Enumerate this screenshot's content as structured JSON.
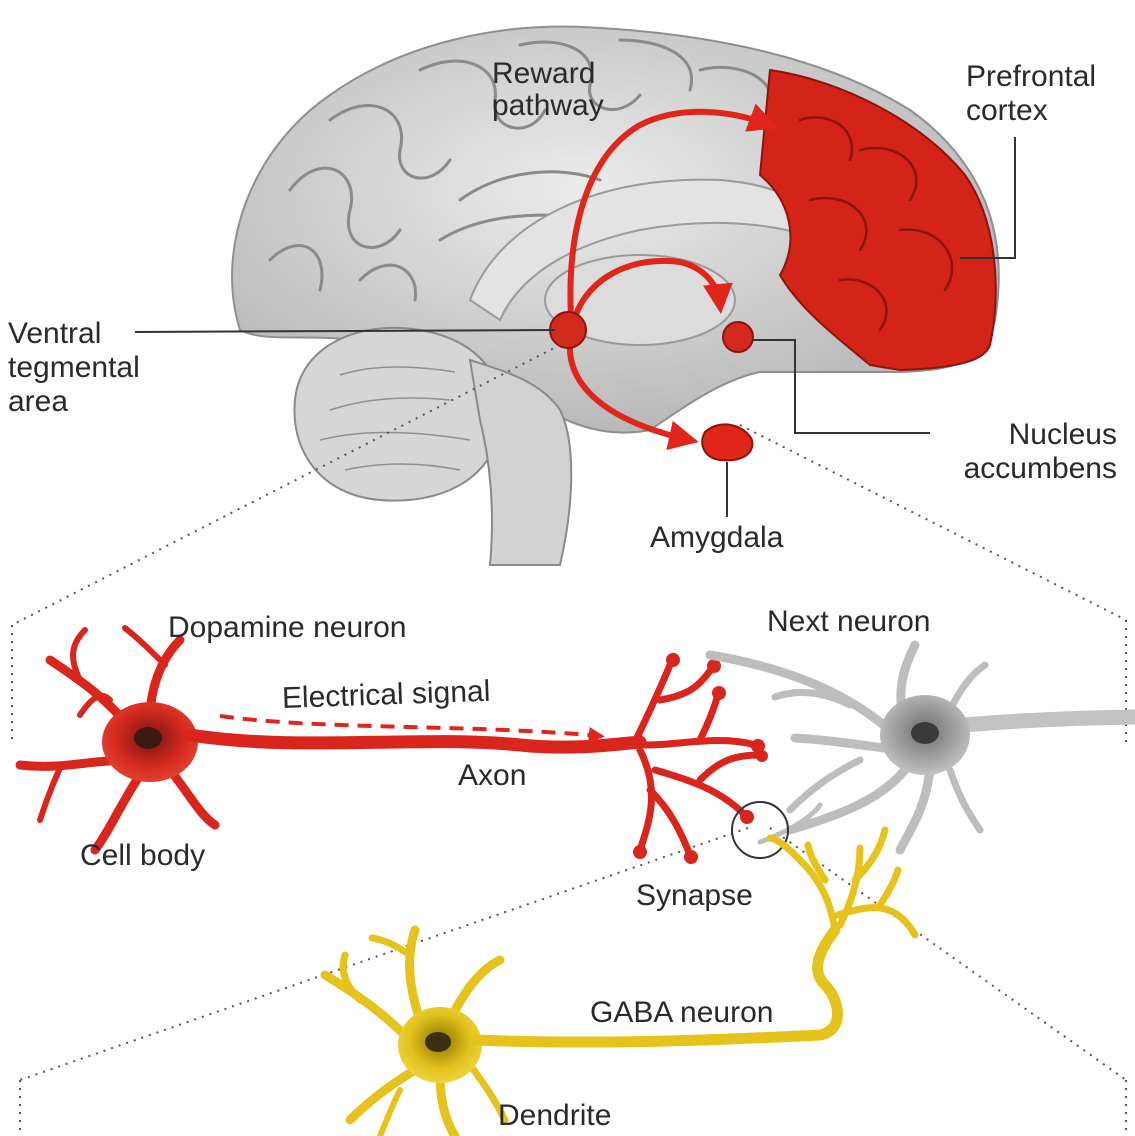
{
  "brain_labels": {
    "reward_pathway": "Reward pathway",
    "prefrontal_cortex": "Prefrontal cortex",
    "ventral_tegmental_area": "Ventral tegmental area",
    "nucleus_accumbens": "Nucleus accumbens",
    "amygdala": "Amygdala"
  },
  "neuron_labels": {
    "dopamine_neuron": "Dopamine neuron",
    "next_neuron": "Next neuron",
    "electrical_signal": "Electrical signal",
    "axon": "Axon",
    "cell_body": "Cell body",
    "synapse": "Synapse",
    "gaba_neuron": "GABA neuron",
    "dendrite": "Dendrite"
  },
  "colors": {
    "dopamine_red": "#d9251c",
    "gaba_yellow": "#e8c61a",
    "next_neuron_gray": "#b9b9b9",
    "brain_gray": "#cfcfcf",
    "label_text": "#2a2a2a"
  }
}
